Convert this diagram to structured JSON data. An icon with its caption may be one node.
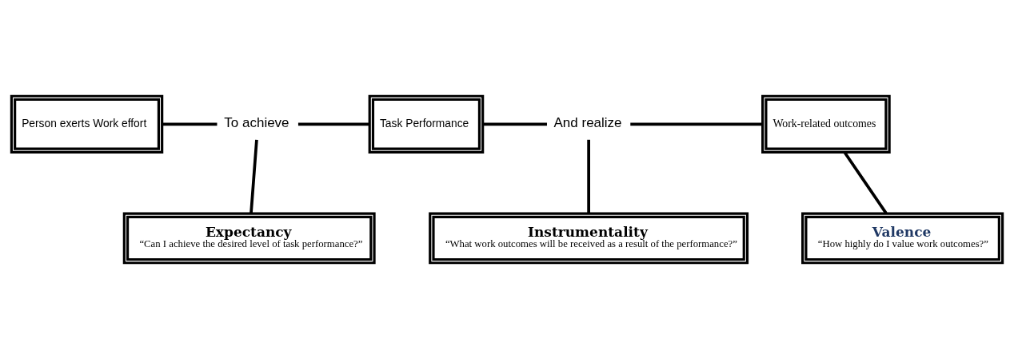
{
  "diagram": {
    "nodes": [
      {
        "text": [
          "Person exerts Work effort"
        ]
      },
      {
        "text": [
          "To achieve"
        ]
      },
      {
        "text": [
          "Task Performance"
        ]
      },
      {
        "text": [
          "And realize"
        ]
      },
      {
        "text": [
          "Work-related outcomes"
        ]
      },
      {
        "text": [
          "Expectancy",
          "“Can I achieve the desired level of task performance?”"
        ]
      },
      {
        "text": [
          "Instrumentality",
          "“What work outcomes will be received as a result of the performance?”"
        ]
      },
      {
        "text": [
          "Valence",
          "“How highly do I value work outcomes?”"
        ]
      }
    ],
    "edges": [
      {
        "from": 0,
        "to": 1,
        "arrow": "none"
      },
      {
        "from": 1,
        "to": 2,
        "arrow": "none"
      },
      {
        "from": 2,
        "to": 3,
        "arrow": "none"
      },
      {
        "from": 3,
        "to": 4,
        "arrow": "none"
      },
      {
        "from": 1,
        "to": 5,
        "arrow": "none"
      },
      {
        "from": 3,
        "to": 6,
        "arrow": "none"
      },
      {
        "from": 4,
        "to": 7,
        "arrow": "none"
      }
    ]
  }
}
